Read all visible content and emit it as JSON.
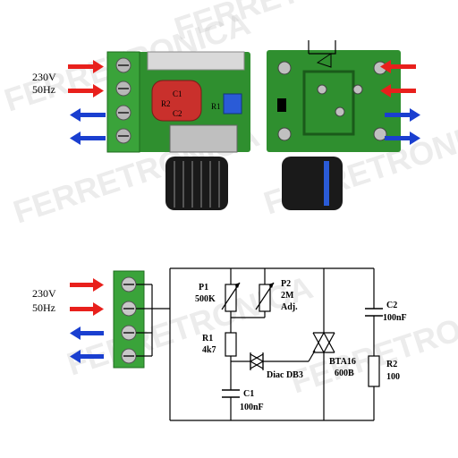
{
  "watermark": {
    "text": "FERRETRONICA"
  },
  "photo_section": {
    "input_label_voltage": "230V",
    "input_label_frequency": "50Hz",
    "board_front_labels": {
      "r2": "R2",
      "c1": "C1",
      "c2": "C2",
      "r1": "R1"
    }
  },
  "schematic": {
    "input_label_voltage": "230V",
    "input_label_frequency": "50Hz",
    "p1": {
      "name": "P1",
      "value": "500K"
    },
    "p2": {
      "name": "P2",
      "value": "2M",
      "note": "Adj."
    },
    "r1": {
      "name": "R1",
      "value": "4k7"
    },
    "c1": {
      "name": "C1",
      "value": "100nF"
    },
    "diac": {
      "label": "Diac DB3"
    },
    "triac": {
      "name": "BTA16",
      "value": "600B"
    },
    "c2": {
      "name": "C2",
      "value": "100nF"
    },
    "r2": {
      "name": "R2",
      "value": "100"
    }
  },
  "colors": {
    "arrow_in": "#e8201c",
    "arrow_out": "#1a3fd0",
    "terminal": "#3aa33a",
    "pcb": "#2f8f2f"
  }
}
